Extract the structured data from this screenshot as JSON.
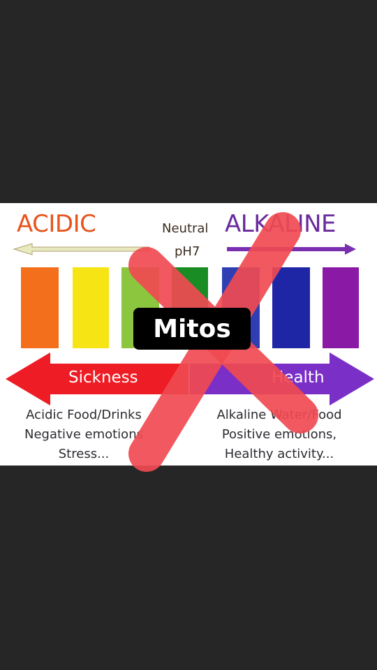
{
  "chart_panel": {
    "acidic_title": "ACIDIC",
    "neutral_label": "Neutral",
    "ph7_label": "pH7",
    "alkaline_title": "ALKALINE",
    "sickness_label": "Sickness",
    "health_label": "Health",
    "left_caption": [
      "Acidic Food/Drinks",
      "Negative emotions",
      "Stress..."
    ],
    "right_caption": [
      "Alkaline Water/Food",
      "Positive emotions,",
      "Healthy activity..."
    ],
    "bar_colors": [
      "#f36f1c",
      "#f7e414",
      "#8cc63f",
      "#1a8c24",
      "#2f3fb3",
      "#1f26a6",
      "#8a1aa6"
    ]
  },
  "overlay": {
    "badge_text": "Mitos",
    "cross_color": "#f04a52"
  }
}
